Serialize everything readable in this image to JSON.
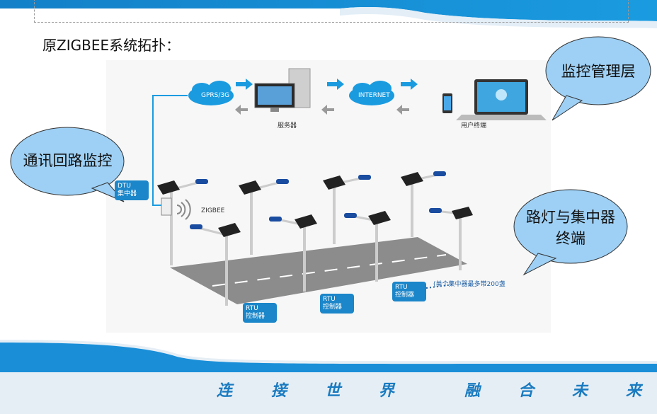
{
  "page": {
    "title": "原ZIGBEE系统拓扑：",
    "slogan": [
      "连",
      "接",
      "世",
      "界",
      "融",
      "合",
      "未",
      "来"
    ]
  },
  "callouts": {
    "monitor_layer": "监控管理层",
    "comm_loop": "通讯回路监控",
    "terminal_line1": "路灯与集中器",
    "terminal_line2": "终端"
  },
  "network": {
    "gprs_label": "GPRS/3G",
    "internet_label": "INTERNET",
    "server_label": "服务器",
    "user_terminal_label": "用户终端",
    "zigbee_label": "ZIGBEE",
    "dtu_line1": "DTU",
    "dtu_line2": "集中器"
  },
  "rtu": {
    "line1": "RTU",
    "line2": "控制器"
  },
  "note": "(单个集中器最多带200盏",
  "colors": {
    "accent_blue": "#1b86c9",
    "band_blue": "#1a8fd8",
    "callout_fill": "#9ed0f5",
    "arrow_blue": "#1a9be0",
    "arrow_grey": "#9a9a9a",
    "road": "#8c8c8c"
  }
}
